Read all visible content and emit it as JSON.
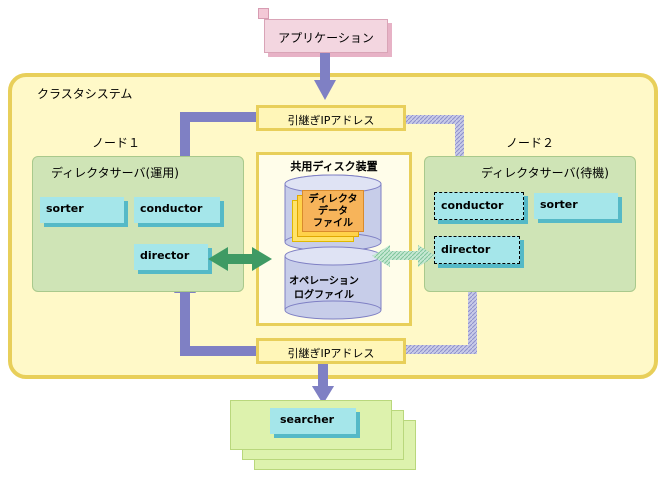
{
  "application": {
    "label": "アプリケーション"
  },
  "cluster": {
    "title": "クラスタシステム"
  },
  "ip_top": {
    "label": "引継ぎIPアドレス"
  },
  "ip_bottom": {
    "label": "引継ぎIPアドレス"
  },
  "node1": {
    "title": "ノード１",
    "panel_title": "ディレクタサーバ(運用)",
    "modules": {
      "sorter": "sorter",
      "conductor": "conductor",
      "director": "director"
    }
  },
  "node2": {
    "title": "ノード２",
    "panel_title": "ディレクタサーバ(待機)",
    "modules": {
      "sorter": "sorter",
      "conductor": "conductor",
      "director": "director"
    }
  },
  "shared_disk": {
    "title": "共用ディスク装置",
    "director_data_file": [
      "ディレクタ",
      "データ",
      "ファイル"
    ],
    "operation_log_file": [
      "オペレーション",
      "ログファイル"
    ]
  },
  "searcher": {
    "label": "searcher"
  },
  "colors": {
    "active_arrow": "#7f80c4",
    "standby_arrow": "#b8badf",
    "director_link": "#3f9a64",
    "standby_link": "#a6d8b9"
  }
}
